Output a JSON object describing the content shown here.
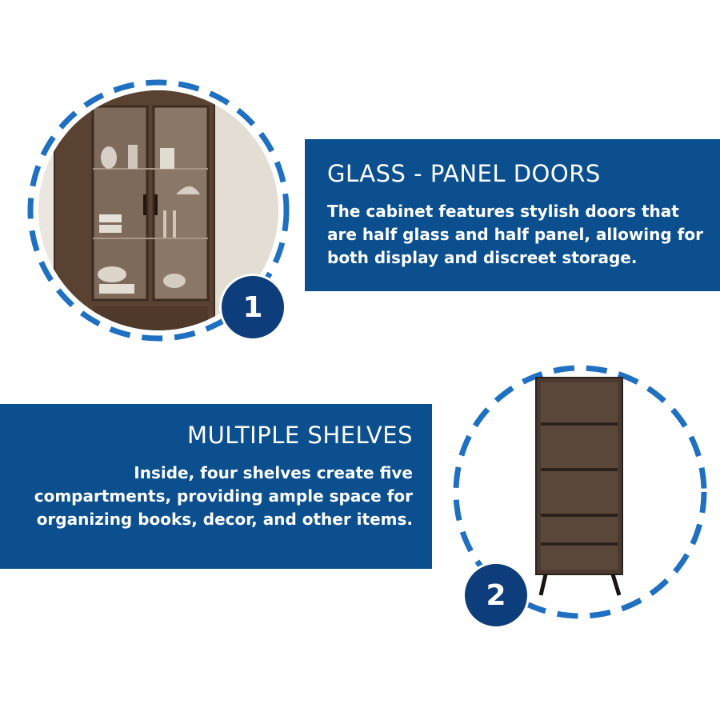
{
  "features": [
    {
      "number": "1",
      "title": "GLASS - PANEL DOORS",
      "description": "The cabinet features stylish doors that are half glass and half panel, allowing for both display and discreet storage."
    },
    {
      "number": "2",
      "title": "MULTIPLE SHELVES",
      "description": "Inside, four shelves create five compartments, providing ample space for organizing books, decor, and other items."
    }
  ],
  "colors": {
    "panel": "#0b4f8e",
    "badge": "#0d3d7a",
    "ring_dash": "#1f70c1",
    "wood": "#5a4232"
  }
}
